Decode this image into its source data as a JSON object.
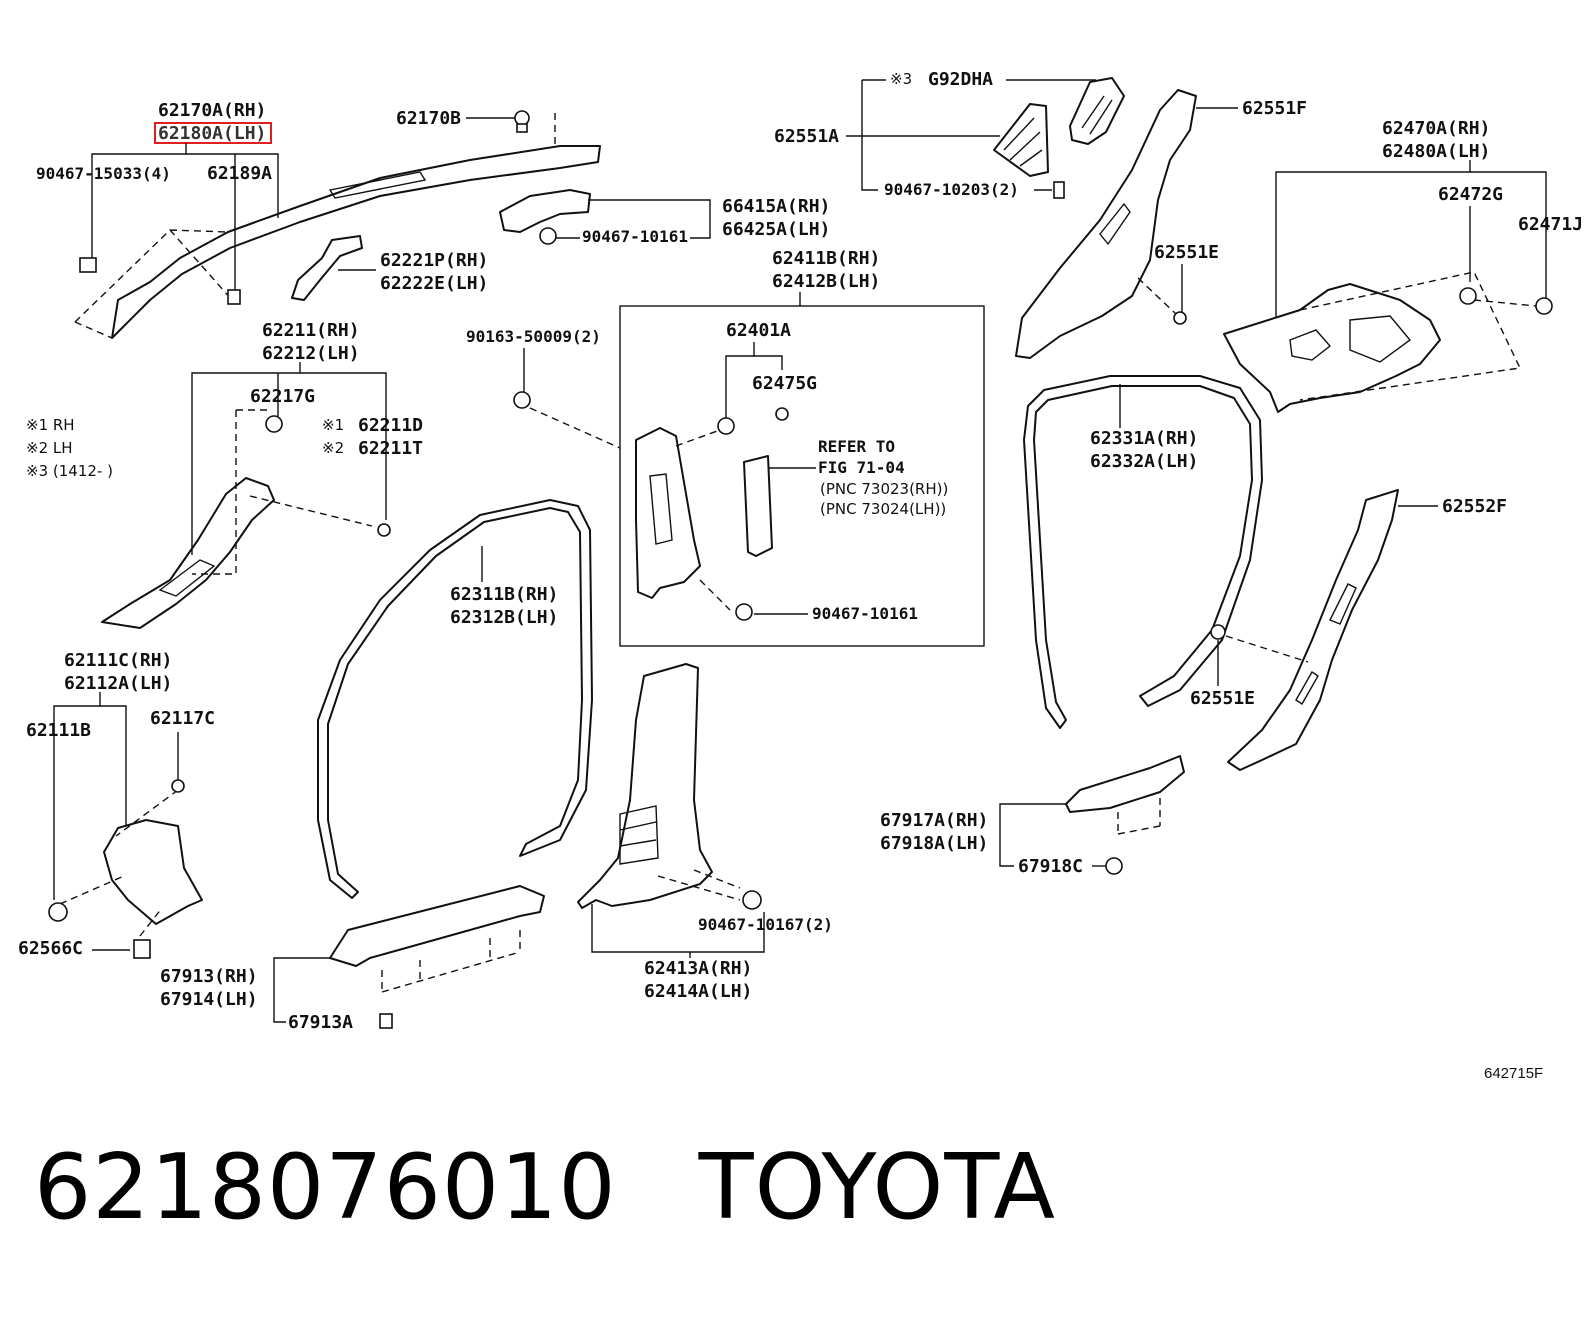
{
  "highlight_color": "#e02020",
  "footer": {
    "part_number": "6218076010",
    "brand": "TOYOTA"
  },
  "figure_code": "642715F",
  "labels": {
    "l62170a": "62170A(RH)",
    "l62180a": "62180A(LH)",
    "l62170b": "62170B",
    "l90467_15033": "90467-15033(4)",
    "l62189a": "62189A",
    "l62221p": "62221P(RH)",
    "l62222e": "62222E(LH)",
    "l66415a": "66415A(RH)",
    "l66425a": "66425A(LH)",
    "l90467_10161a": "90467-10161",
    "l62211": "62211(RH)",
    "l62212": "62212(LH)",
    "l62217g": "62217G",
    "l62211d": "62211D",
    "l62211t": "62211T",
    "l90163": "90163-50009(2)",
    "l62411b": "62411B(RH)",
    "l62412b": "62412B(LH)",
    "l62401a": "62401A",
    "l62475g": "62475G",
    "l90467_10161b": "90467-10161",
    "l62311b": "62311B(RH)",
    "l62312b": "62312B(LH)",
    "l62111c": "62111C(RH)",
    "l62112a": "62112A(LH)",
    "l62111b": "62111B",
    "l62117c": "62117C",
    "l62566c": "62566C",
    "l67913": "67913(RH)",
    "l67914": "67914(LH)",
    "l67913a": "67913A",
    "l90467_10167": "90467-10167(2)",
    "l62413a": "62413A(RH)",
    "l62414a": "62414A(LH)",
    "l62551a": "62551A",
    "lg92dha": "G92DHA",
    "l90467_10203": "90467-10203(2)",
    "l62551f": "62551F",
    "l62551e_top": "62551E",
    "l62470a": "62470A(RH)",
    "l62480a": "62480A(LH)",
    "l62472g": "62472G",
    "l62471j": "62471J",
    "l62331a": "62331A(RH)",
    "l62332a": "62332A(LH)",
    "l62552f": "62552F",
    "l62551e_bot": "62551E",
    "l67917a": "67917A(RH)",
    "l67918a": "67918A(LH)",
    "l67918c": "67918C"
  },
  "notes": {
    "n1": "※1 RH",
    "n2": "※2 LH",
    "n3": "※3 (1412-        )",
    "m1": "※1",
    "m2": "※2",
    "m3": "※3"
  },
  "refer": {
    "line1": "REFER TO",
    "line2": "FIG 71-04",
    "line3": "(PNC 73023(RH))",
    "line4": "(PNC 73024(LH))"
  }
}
